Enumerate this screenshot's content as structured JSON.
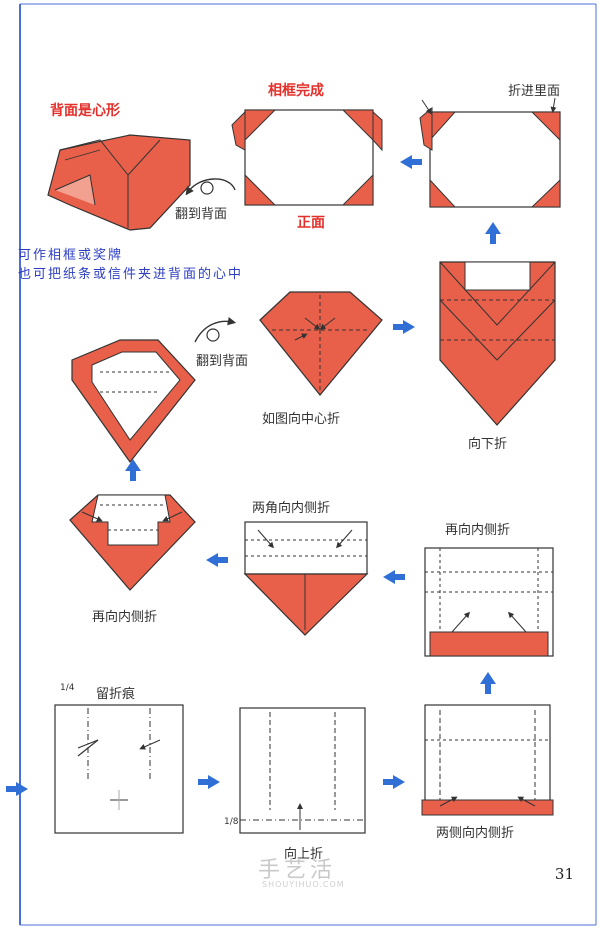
{
  "labels": {
    "back_heart": "背面是心形",
    "frame_done": "相框完成",
    "tuck_inside": "折进里面",
    "flip_back_1": "翻到背面",
    "front": "正面",
    "note_line1": "可作相框或奖牌",
    "note_line2": "也可把纸条或信件夹进背面的心中",
    "flip_back_2": "翻到背面",
    "fold_to_center": "如图向中心折",
    "fold_down": "向下折",
    "two_corners_inside": "两角向内侧折",
    "again_inside_right": "再向内侧折",
    "again_inside_left": "再向内侧折",
    "leave_crease": "留折痕",
    "fold_up": "向上折",
    "both_sides_inside": "两侧向内侧折",
    "fraction_quarter": "1/4",
    "fraction_eighth": "1/8"
  },
  "page_number": "31",
  "watermark": {
    "main": "手艺活",
    "sub": "SHOUYIHUO.COM"
  },
  "colors": {
    "paper_red": "#e8604a",
    "arrow_blue": "#2f6fd6",
    "label_red": "#e4302a",
    "note_blue": "#2d3ec4"
  }
}
